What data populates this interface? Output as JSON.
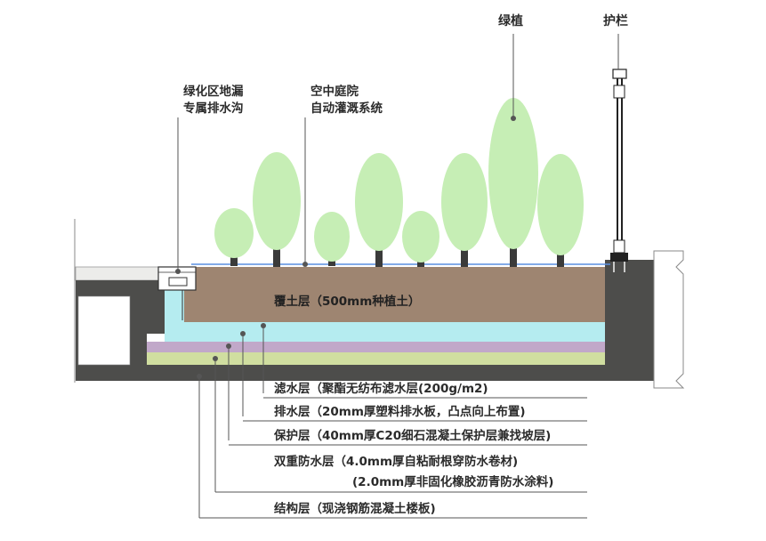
{
  "callouts": {
    "plants": "绿植",
    "railing": "护栏",
    "drain_line1": "绿化区地漏",
    "drain_line2": "专属排水沟",
    "irrigation_line1": "空中庭院",
    "irrigation_line2": "自动灌溉系统",
    "soil_layer": "覆土层（500mm种植土）"
  },
  "layers": [
    {
      "key": "filter",
      "text": "滤水层（聚酯无纺布滤水层(200g/m2)"
    },
    {
      "key": "drainage",
      "text": "排水层（20mm厚塑料排水板，凸点向上布置)"
    },
    {
      "key": "protection",
      "text": "保护层（40mm厚C20细石混凝土保护层兼找坡层)"
    },
    {
      "key": "waterproof_1",
      "text": "双重防水层（4.0mm厚自粘耐根穿防水卷材)"
    },
    {
      "key": "waterproof_2",
      "text": "(2.0mm厚非固化橡胶沥青防水涂料)"
    },
    {
      "key": "structure",
      "text": "结构层（现浇钢筋混凝土楼板)"
    }
  ],
  "colors": {
    "concrete": "#4d4d4b",
    "soil": "#9e8571",
    "filter": "#b5ecf0",
    "drainage": "#c1a8c9",
    "protection": "#d0dea0",
    "tree_canopy": "#c6eeb5",
    "tree_trunk": "#3a3a3a",
    "paving": "#ececea",
    "leader": "#555555"
  }
}
